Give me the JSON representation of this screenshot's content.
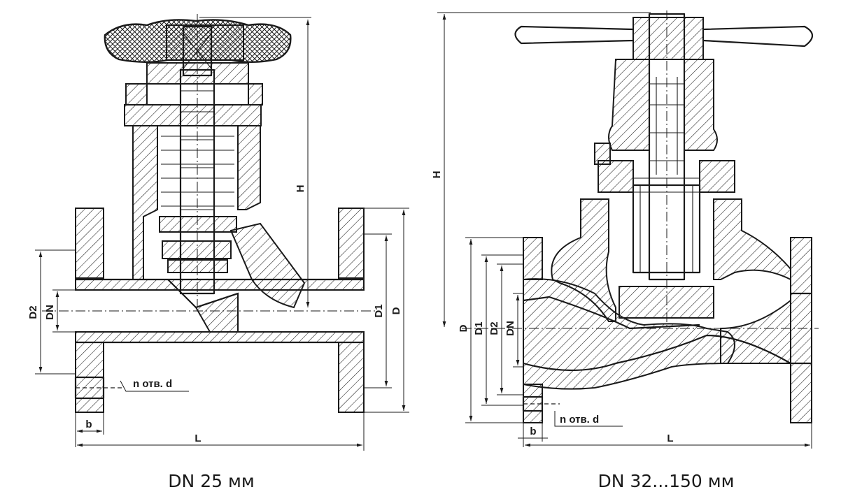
{
  "left_drawing": {
    "caption": "DN 25 мм",
    "dims": {
      "H": "H",
      "D2": "D2",
      "DN": "DN",
      "D1": "D1",
      "D": "D",
      "b": "b",
      "L": "L",
      "holes": "n отв. d"
    }
  },
  "right_drawing": {
    "caption": "DN 32...150 мм",
    "dims": {
      "H": "H",
      "D": "D",
      "D1": "D1",
      "D2": "D2",
      "DN": "DN",
      "b": "b",
      "L": "L",
      "holes": "n отв. d"
    }
  }
}
